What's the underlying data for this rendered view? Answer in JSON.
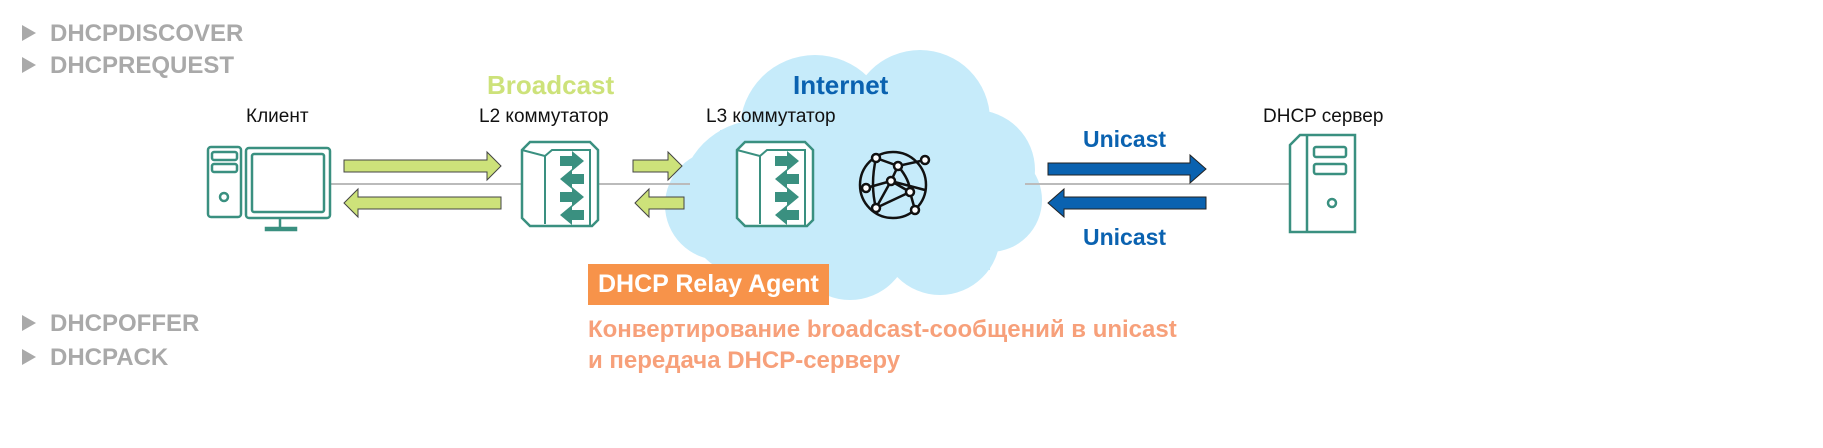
{
  "messages_top": [
    "DHCPDISCOVER",
    "DHCPREQUEST"
  ],
  "messages_bottom": [
    "DHCPOFFER",
    "DHCPACK"
  ],
  "nodes": {
    "client": "Клиент",
    "l2": "L2 коммутатор",
    "l3": "L3 коммутатор",
    "server": "DHCP сервер"
  },
  "labels": {
    "broadcast": "Broadcast",
    "internet": "Internet",
    "unicast_top": "Unicast",
    "unicast_bottom": "Unicast"
  },
  "relay": {
    "title": "DHCP Relay Agent",
    "desc_line1": "Конвертирование broadcast-сообщений в unicast",
    "desc_line2": "и передача DHCP-серверу"
  },
  "colors": {
    "teal": "#3a9080",
    "green_arrow": "#cde27a",
    "blue": "#0a62b0",
    "cloud": "#c6ebfa",
    "orange": "#f7934a"
  }
}
